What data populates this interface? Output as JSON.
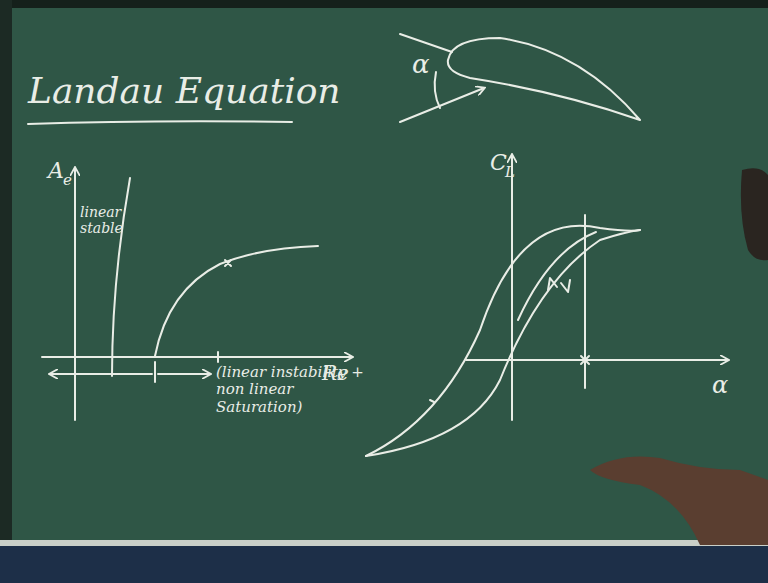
{
  "diagram": {
    "title": "Landau Equation",
    "labels": [
      "α",
      "A",
      "e",
      "linear stable",
      "Re",
      "(linear instability + non linear Saturation)",
      "C",
      "L",
      "α"
    ]
  }
}
